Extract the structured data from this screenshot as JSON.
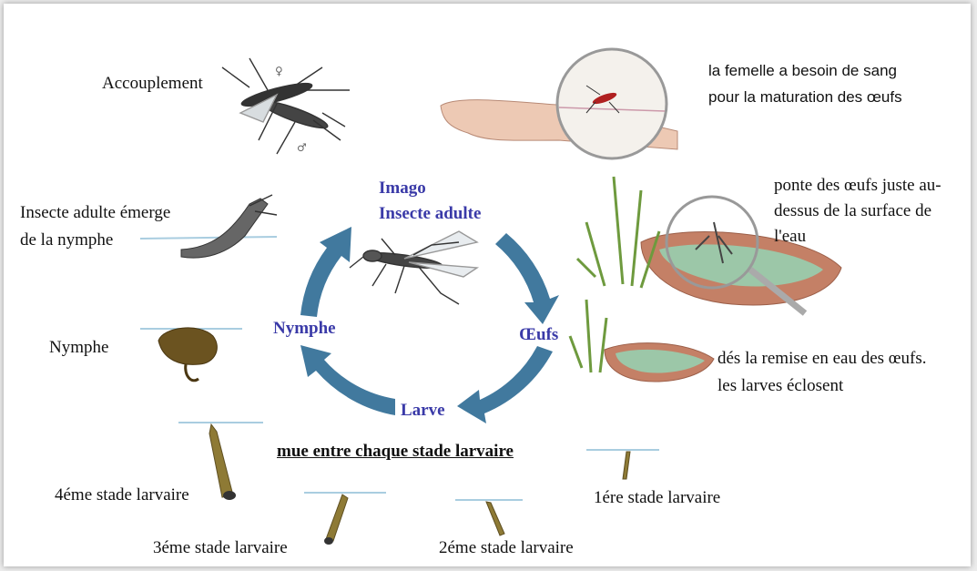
{
  "cycle": {
    "imago_1": "Imago",
    "imago_2": "Insecte adulte",
    "oeufs": "Œufs",
    "larve": "Larve",
    "nymphe": "Nymphe"
  },
  "labels": {
    "accouplement": "Accouplement",
    "femelle_1": "la femelle a besoin de sang",
    "femelle_2": "pour la maturation des œufs",
    "ponte_1": "ponte des œufs juste au-",
    "ponte_2": "dessus de la surface de",
    "ponte_3": "l'eau",
    "remise_1": "dés la remise en eau des œufs.",
    "remise_2": "les larves éclosent",
    "emerge_1": "Insecte adulte émerge",
    "emerge_2": "de la nymphe",
    "nymphe": "Nymphe",
    "stade4": "4éme stade larvaire",
    "stade3": "3éme stade larvaire",
    "stade2": "2éme stade larvaire",
    "stade1": "1ére stade larvaire",
    "mue": "mue entre chaque stade larvaire"
  },
  "colors": {
    "arrow": "#41799e",
    "cycle_text": "#3a3aa8",
    "water": "#a9cde0",
    "larva": "#8e7a35",
    "pupa": "#6b5320",
    "dish": "#c48066",
    "dish_water": "#9cc7a8",
    "grass": "#6e9a3e",
    "skin": "#edc9b4"
  }
}
